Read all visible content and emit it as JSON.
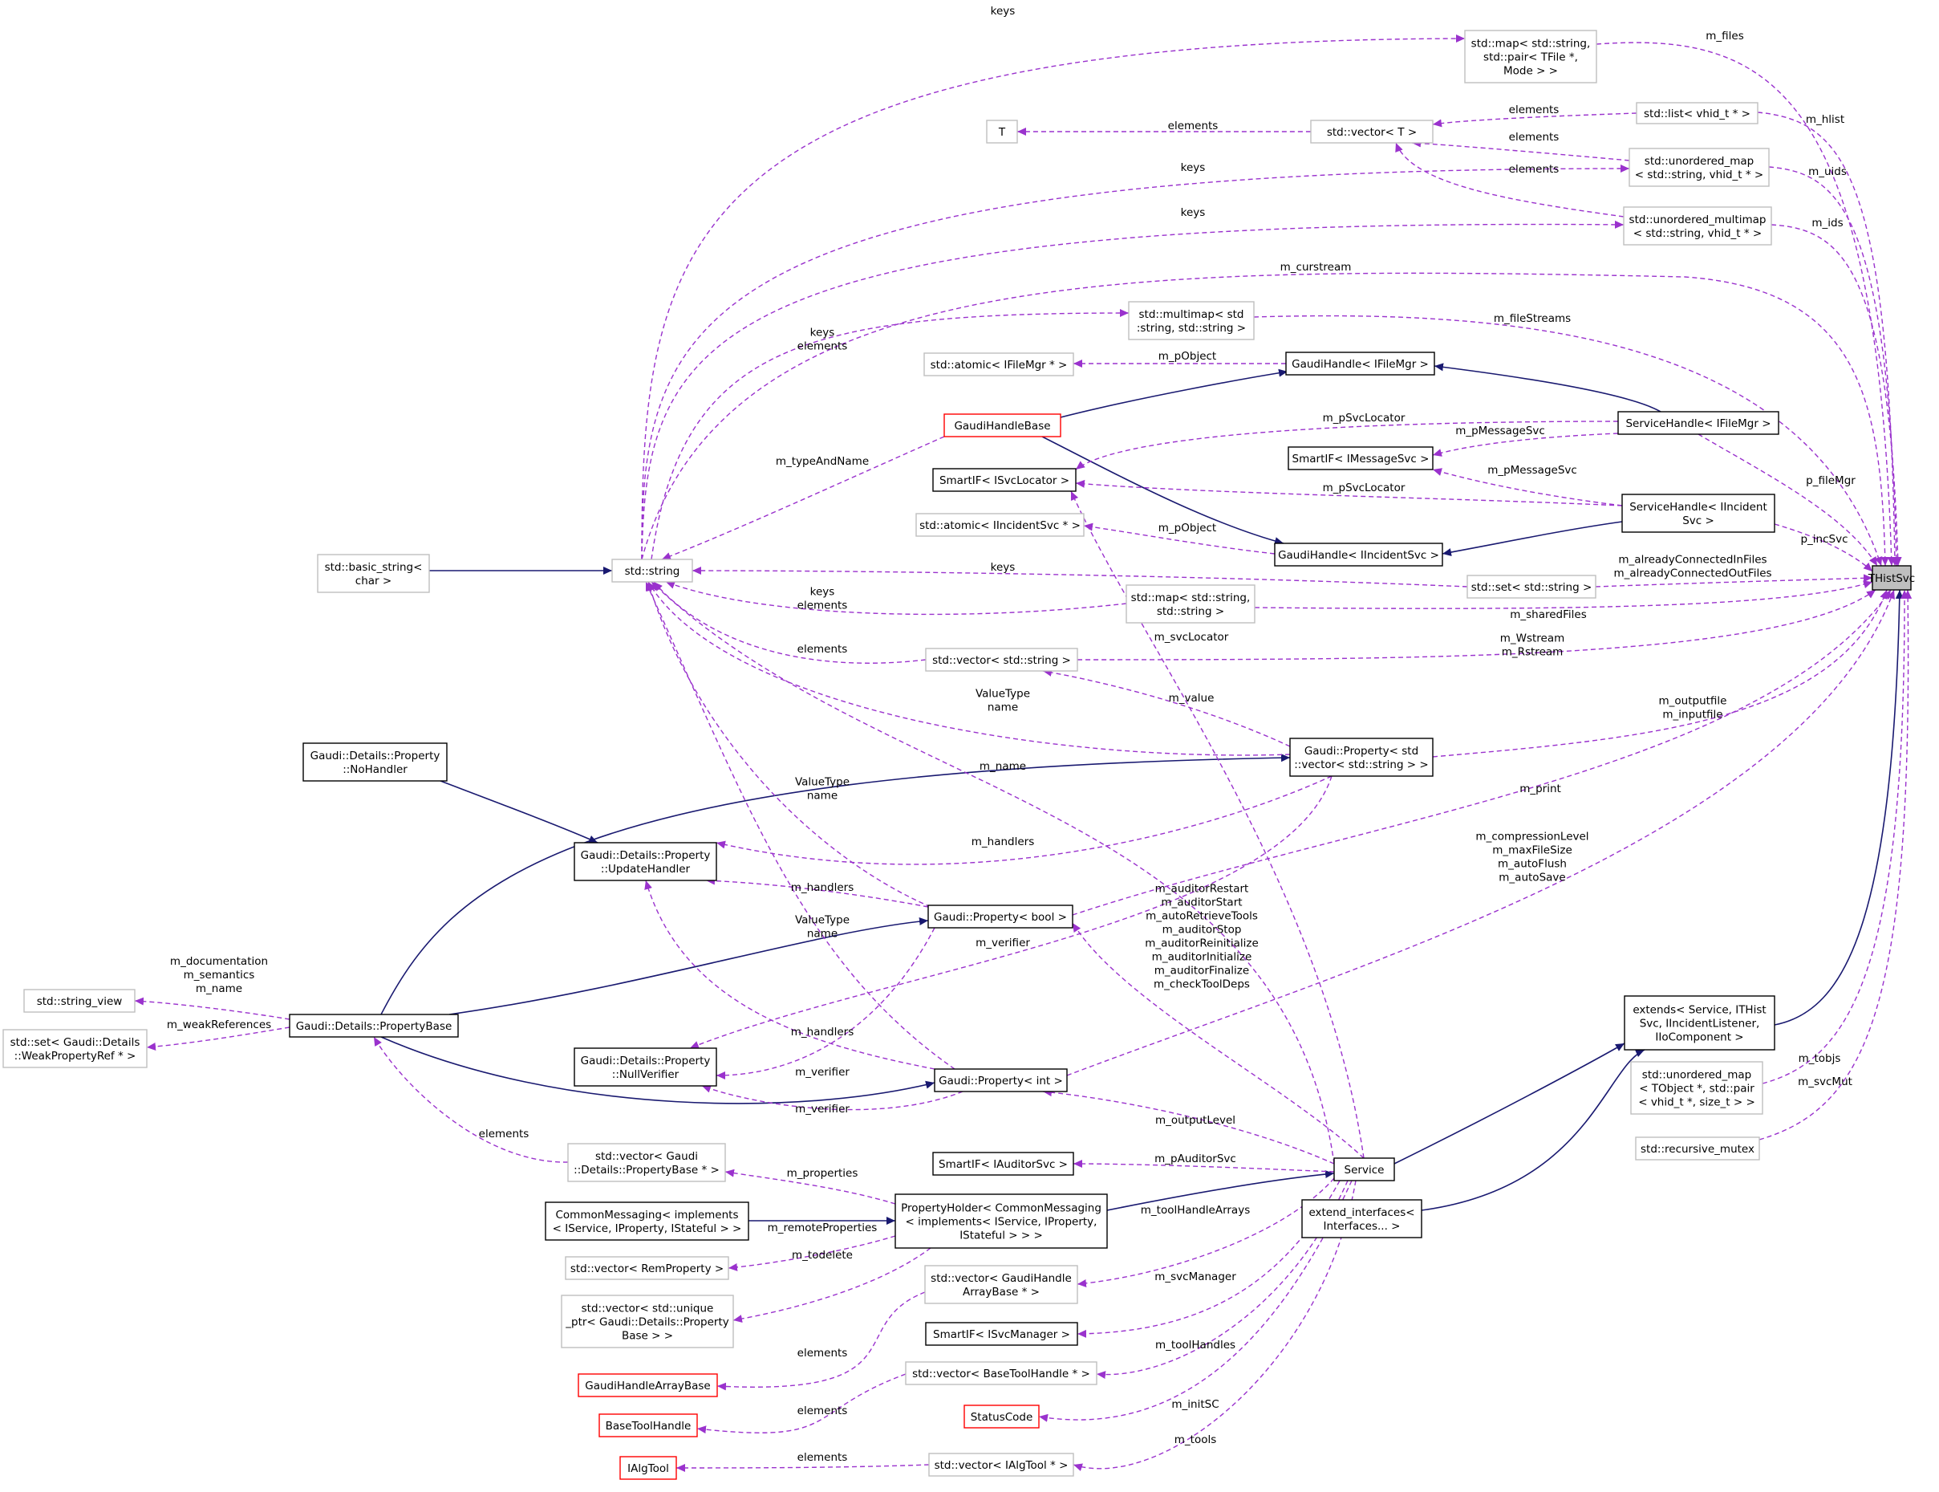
{
  "colors": {
    "inheritance": "#191970",
    "usage": "#9a32cd",
    "node_border_gray": "#bfbfbf",
    "node_border_black": "#000000",
    "node_border_red": "#ff0000",
    "focus_fill": "#bfbfbf",
    "label": "#000000"
  },
  "nodes": [
    {
      "id": "thistsvc",
      "lines": [
        "THistSvc"
      ],
      "style": "focus"
    },
    {
      "id": "map_files",
      "lines": [
        "std::map< std::string,",
        "std::pair< TFile *,",
        "Mode > >"
      ],
      "style": "gray"
    },
    {
      "id": "list_hlist",
      "lines": [
        "std::list< vhid_t * >"
      ],
      "style": "gray"
    },
    {
      "id": "T",
      "lines": [
        "T"
      ],
      "style": "gray"
    },
    {
      "id": "vector_T",
      "lines": [
        "std::vector< T >"
      ],
      "style": "gray"
    },
    {
      "id": "umap_uids",
      "lines": [
        "std::unordered_map",
        "< std::string, vhid_t * >"
      ],
      "style": "gray"
    },
    {
      "id": "umultimap_ids",
      "lines": [
        "std::unordered_multimap",
        "< std::string, vhid_t * >"
      ],
      "style": "gray"
    },
    {
      "id": "multimap",
      "lines": [
        "std::multimap< std",
        ":string, std::string >"
      ],
      "style": "gray"
    },
    {
      "id": "atomic_filemgr",
      "lines": [
        "std::atomic< IFileMgr * >"
      ],
      "style": "gray"
    },
    {
      "id": "gh_filemgr",
      "lines": [
        "GaudiHandle< IFileMgr >"
      ],
      "style": "black"
    },
    {
      "id": "ghb",
      "lines": [
        "GaudiHandleBase"
      ],
      "style": "red"
    },
    {
      "id": "sh_filemgr",
      "lines": [
        "ServiceHandle< IFileMgr >"
      ],
      "style": "black"
    },
    {
      "id": "smartif_msg",
      "lines": [
        "SmartIF< IMessageSvc >"
      ],
      "style": "black"
    },
    {
      "id": "smartif_svcloc",
      "lines": [
        "SmartIF< ISvcLocator >"
      ],
      "style": "black"
    },
    {
      "id": "sh_incident",
      "lines": [
        "ServiceHandle< IIncident",
        "Svc >"
      ],
      "style": "black"
    },
    {
      "id": "atomic_incident",
      "lines": [
        "std::atomic< IIncidentSvc * >"
      ],
      "style": "gray"
    },
    {
      "id": "gh_incident",
      "lines": [
        "GaudiHandle< IIncidentSvc >"
      ],
      "style": "black"
    },
    {
      "id": "basic_string",
      "lines": [
        "std::basic_string<",
        "char >"
      ],
      "style": "gray"
    },
    {
      "id": "string",
      "lines": [
        "std::string"
      ],
      "style": "gray"
    },
    {
      "id": "set_string",
      "lines": [
        "std::set< std::string >"
      ],
      "style": "gray"
    },
    {
      "id": "map_string",
      "lines": [
        "std::map< std::string,",
        "std::string >"
      ],
      "style": "gray"
    },
    {
      "id": "vector_string",
      "lines": [
        "std::vector< std::string >"
      ],
      "style": "gray"
    },
    {
      "id": "nohandler",
      "lines": [
        "Gaudi::Details::Property",
        "::NoHandler"
      ],
      "style": "black"
    },
    {
      "id": "prop_vecstr",
      "lines": [
        "Gaudi::Property< std",
        "::vector< std::string > >"
      ],
      "style": "black"
    },
    {
      "id": "updatehandler",
      "lines": [
        "Gaudi::Details::Property",
        "::UpdateHandler"
      ],
      "style": "black"
    },
    {
      "id": "prop_bool",
      "lines": [
        "Gaudi::Property< bool >"
      ],
      "style": "black"
    },
    {
      "id": "extends",
      "lines": [
        "extends< Service, ITHist",
        "Svc, IIncidentListener,",
        "IIoComponent >"
      ],
      "style": "black"
    },
    {
      "id": "string_view",
      "lines": [
        "std::string_view"
      ],
      "style": "gray"
    },
    {
      "id": "propertybase",
      "lines": [
        "Gaudi::Details::PropertyBase"
      ],
      "style": "black"
    },
    {
      "id": "set_weakref",
      "lines": [
        "std::set< Gaudi::Details",
        "::WeakPropertyRef * >"
      ],
      "style": "gray"
    },
    {
      "id": "nullverifier",
      "lines": [
        "Gaudi::Details::Property",
        "::NullVerifier"
      ],
      "style": "black"
    },
    {
      "id": "prop_int",
      "lines": [
        "Gaudi::Property< int >"
      ],
      "style": "black"
    },
    {
      "id": "umap_tobjs",
      "lines": [
        "std::unordered_map",
        "< TObject *, std::pair",
        "< vhid_t *, size_t > >"
      ],
      "style": "gray"
    },
    {
      "id": "recursive_mutex",
      "lines": [
        "std::recursive_mutex"
      ],
      "style": "gray"
    },
    {
      "id": "vector_propbase",
      "lines": [
        "std::vector< Gaudi",
        "::Details::PropertyBase * >"
      ],
      "style": "gray"
    },
    {
      "id": "smartif_auditor",
      "lines": [
        "SmartIF< IAuditorSvc >"
      ],
      "style": "black"
    },
    {
      "id": "service",
      "lines": [
        "Service"
      ],
      "style": "black"
    },
    {
      "id": "commonmessaging",
      "lines": [
        "CommonMessaging< implements",
        "< IService, IProperty, IStateful > >"
      ],
      "style": "black"
    },
    {
      "id": "propertyholder",
      "lines": [
        "PropertyHolder< CommonMessaging",
        "< implements< IService, IProperty,",
        "IStateful > > >"
      ],
      "style": "black"
    },
    {
      "id": "extend_interfaces",
      "lines": [
        "extend_interfaces<",
        "Interfaces... >"
      ],
      "style": "black"
    },
    {
      "id": "vector_remprop",
      "lines": [
        "std::vector< RemProperty >"
      ],
      "style": "gray"
    },
    {
      "id": "vector_uniqueptr",
      "lines": [
        "std::vector< std::unique",
        "_ptr< Gaudi::Details::Property",
        "Base > >"
      ],
      "style": "gray"
    },
    {
      "id": "vector_ghab",
      "lines": [
        "std::vector< GaudiHandle",
        "ArrayBase * >"
      ],
      "style": "gray"
    },
    {
      "id": "smartif_svcmgr",
      "lines": [
        "SmartIF< ISvcManager >"
      ],
      "style": "black"
    },
    {
      "id": "ghab",
      "lines": [
        "GaudiHandleArrayBase"
      ],
      "style": "red"
    },
    {
      "id": "vector_bth",
      "lines": [
        "std::vector< BaseToolHandle * >"
      ],
      "style": "gray"
    },
    {
      "id": "statuscode",
      "lines": [
        "StatusCode"
      ],
      "style": "red"
    },
    {
      "id": "basetoolhandle",
      "lines": [
        "BaseToolHandle"
      ],
      "style": "red"
    },
    {
      "id": "vector_ialgtool",
      "lines": [
        "std::vector< IAlgTool * >"
      ],
      "style": "gray"
    },
    {
      "id": "ialgtool",
      "lines": [
        "IAlgTool"
      ],
      "style": "red"
    }
  ],
  "edges": [
    {
      "from": "basic_string",
      "to": "string",
      "kind": "inheritance"
    },
    {
      "from": "ghb",
      "to": "gh_filemgr",
      "kind": "inheritance"
    },
    {
      "from": "gh_filemgr",
      "to": "sh_filemgr",
      "kind": "inheritance"
    },
    {
      "from": "ghb",
      "to": "gh_incident",
      "kind": "inheritance"
    },
    {
      "from": "gh_incident",
      "to": "sh_incident",
      "kind": "inheritance"
    },
    {
      "from": "nohandler",
      "to": "updatehandler",
      "kind": "inheritance"
    },
    {
      "from": "propertybase",
      "to": "prop_vecstr",
      "kind": "inheritance"
    },
    {
      "from": "propertybase",
      "to": "prop_bool",
      "kind": "inheritance"
    },
    {
      "from": "propertybase",
      "to": "prop_int",
      "kind": "inheritance"
    },
    {
      "from": "extends",
      "to": "thistsvc",
      "kind": "inheritance"
    },
    {
      "from": "service",
      "to": "extends",
      "kind": "inheritance"
    },
    {
      "from": "extend_interfaces",
      "to": "extends",
      "kind": "inheritance"
    },
    {
      "from": "propertyholder",
      "to": "service",
      "kind": "inheritance"
    },
    {
      "from": "commonmessaging",
      "to": "propertyholder",
      "kind": "inheritance"
    },
    {
      "from": "map_files",
      "to": "thistsvc",
      "kind": "usage",
      "labels": [
        "m_files"
      ]
    },
    {
      "from": "list_hlist",
      "to": "thistsvc",
      "kind": "usage",
      "labels": [
        "m_hlist"
      ]
    },
    {
      "from": "umap_uids",
      "to": "thistsvc",
      "kind": "usage",
      "labels": [
        "m_uids"
      ]
    },
    {
      "from": "umultimap_ids",
      "to": "thistsvc",
      "kind": "usage",
      "labels": [
        "m_ids"
      ]
    },
    {
      "from": "string",
      "to": "thistsvc",
      "kind": "usage",
      "labels": [
        "m_curstream"
      ]
    },
    {
      "from": "multimap",
      "to": "thistsvc",
      "kind": "usage",
      "labels": [
        "m_fileStreams"
      ]
    },
    {
      "from": "sh_filemgr",
      "to": "thistsvc",
      "kind": "usage",
      "labels": [
        "p_fileMgr"
      ]
    },
    {
      "from": "sh_incident",
      "to": "thistsvc",
      "kind": "usage",
      "labels": [
        "p_incSvc"
      ]
    },
    {
      "from": "set_string",
      "to": "thistsvc",
      "kind": "usage",
      "labels": [
        "m_alreadyConnectedInFiles",
        "m_alreadyConnectedOutFiles"
      ]
    },
    {
      "from": "map_string",
      "to": "thistsvc",
      "kind": "usage",
      "labels": [
        "m_sharedFiles"
      ]
    },
    {
      "from": "vector_string",
      "to": "thistsvc",
      "kind": "usage",
      "labels": [
        "m_Wstream",
        "m_Rstream"
      ]
    },
    {
      "from": "prop_vecstr",
      "to": "thistsvc",
      "kind": "usage",
      "labels": [
        "m_outputfile",
        "m_inputfile"
      ]
    },
    {
      "from": "prop_bool",
      "to": "thistsvc",
      "kind": "usage",
      "labels": [
        "m_print"
      ]
    },
    {
      "from": "prop_int",
      "to": "thistsvc",
      "kind": "usage",
      "labels": [
        "m_compressionLevel",
        "m_maxFileSize",
        "m_autoFlush",
        "m_autoSave"
      ]
    },
    {
      "from": "umap_tobjs",
      "to": "thistsvc",
      "kind": "usage",
      "labels": [
        "m_tobjs"
      ]
    },
    {
      "from": "recursive_mutex",
      "to": "thistsvc",
      "kind": "usage",
      "labels": [
        "m_svcMut"
      ]
    },
    {
      "from": "string",
      "to": "map_files",
      "kind": "usage",
      "labels": [
        "keys"
      ]
    },
    {
      "from": "T",
      "to": "vector_T",
      "kind": "usage",
      "labels": [
        "elements"
      ]
    },
    {
      "from": "vector_T",
      "to": "list_hlist",
      "kind": "usage",
      "labels": [
        "elements"
      ]
    },
    {
      "from": "vector_T",
      "to": "umap_uids",
      "kind": "usage",
      "labels": [
        "elements"
      ]
    },
    {
      "from": "vector_T",
      "to": "umultimap_ids",
      "kind": "usage",
      "labels": [
        "elements"
      ]
    },
    {
      "from": "string",
      "to": "umap_uids",
      "kind": "usage",
      "labels": [
        "keys"
      ]
    },
    {
      "from": "string",
      "to": "umultimap_ids",
      "kind": "usage",
      "labels": [
        "keys"
      ]
    },
    {
      "from": "string",
      "to": "multimap",
      "kind": "usage",
      "labels": [
        "keys",
        "elements"
      ]
    },
    {
      "from": "atomic_filemgr",
      "to": "gh_filemgr",
      "kind": "usage",
      "labels": [
        "m_pObject"
      ]
    },
    {
      "from": "smartif_svcloc",
      "to": "sh_filemgr",
      "kind": "usage",
      "labels": [
        "m_pSvcLocator"
      ]
    },
    {
      "from": "smartif_msg",
      "to": "sh_filemgr",
      "kind": "usage",
      "labels": [
        "m_pMessageSvc"
      ]
    },
    {
      "from": "string",
      "to": "ghb",
      "kind": "usage",
      "labels": [
        "m_typeAndName"
      ]
    },
    {
      "from": "smartif_msg",
      "to": "sh_incident",
      "kind": "usage",
      "labels": [
        "m_pMessageSvc"
      ]
    },
    {
      "from": "smartif_svcloc",
      "to": "sh_incident",
      "kind": "usage",
      "labels": [
        "m_pSvcLocator"
      ]
    },
    {
      "from": "atomic_incident",
      "to": "gh_incident",
      "kind": "usage",
      "labels": [
        "m_pObject"
      ]
    },
    {
      "from": "string",
      "to": "set_string",
      "kind": "usage",
      "labels": [
        "keys"
      ]
    },
    {
      "from": "string",
      "to": "map_string",
      "kind": "usage",
      "labels": [
        "keys",
        "elements"
      ]
    },
    {
      "from": "smartif_svcloc",
      "to": "service",
      "kind": "usage",
      "labels": [
        "m_svcLocator"
      ]
    },
    {
      "from": "string",
      "to": "vector_string",
      "kind": "usage",
      "labels": [
        "elements"
      ]
    },
    {
      "from": "string",
      "to": "prop_vecstr",
      "kind": "usage",
      "labels": [
        "ValueType",
        "name"
      ]
    },
    {
      "from": "vector_string",
      "to": "prop_vecstr",
      "kind": "usage",
      "labels": [
        "m_value"
      ]
    },
    {
      "from": "string",
      "to": "service",
      "kind": "usage",
      "labels": [
        "m_name"
      ]
    },
    {
      "from": "string",
      "to": "prop_bool",
      "kind": "usage",
      "labels": [
        "ValueType",
        "name"
      ]
    },
    {
      "from": "updatehandler",
      "to": "prop_vecstr",
      "kind": "usage",
      "labels": [
        "m_handlers"
      ]
    },
    {
      "from": "updatehandler",
      "to": "prop_bool",
      "kind": "usage",
      "labels": [
        "m_handlers"
      ]
    },
    {
      "from": "prop_bool",
      "to": "service",
      "kind": "usage",
      "labels": [
        "m_auditorRestart",
        "m_auditorStart",
        "m_autoRetrieveTools",
        "m_auditorStop",
        "m_auditorReinitialize",
        "m_auditorInitialize",
        "m_auditorFinalize",
        "m_checkToolDeps"
      ]
    },
    {
      "from": "string",
      "to": "prop_int",
      "kind": "usage",
      "labels": [
        "ValueType",
        "name"
      ]
    },
    {
      "from": "nullverifier",
      "to": "prop_vecstr",
      "kind": "usage",
      "labels": [
        "m_verifier"
      ]
    },
    {
      "from": "nullverifier",
      "to": "prop_bool",
      "kind": "usage",
      "labels": [
        "m_verifier"
      ]
    },
    {
      "from": "updatehandler",
      "to": "prop_int",
      "kind": "usage",
      "labels": [
        "m_handlers"
      ]
    },
    {
      "from": "nullverifier",
      "to": "prop_int",
      "kind": "usage",
      "labels": [
        "m_verifier"
      ]
    },
    {
      "from": "string_view",
      "to": "propertybase",
      "kind": "usage",
      "labels": [
        "m_documentation",
        "m_semantics",
        "m_name"
      ]
    },
    {
      "from": "set_weakref",
      "to": "propertybase",
      "kind": "usage",
      "labels": [
        "m_weakReferences"
      ]
    },
    {
      "from": "propertybase",
      "to": "vector_propbase",
      "kind": "usage",
      "labels": [
        "elements"
      ]
    },
    {
      "from": "prop_int",
      "to": "service",
      "kind": "usage",
      "labels": [
        "m_outputLevel"
      ]
    },
    {
      "from": "smartif_auditor",
      "to": "service",
      "kind": "usage",
      "labels": [
        "m_pAuditorSvc"
      ]
    },
    {
      "from": "vector_propbase",
      "to": "propertyholder",
      "kind": "usage",
      "labels": [
        "m_properties"
      ]
    },
    {
      "from": "vector_remprop",
      "to": "propertyholder",
      "kind": "usage",
      "labels": [
        "m_remoteProperties"
      ]
    },
    {
      "from": "vector_uniqueptr",
      "to": "propertyholder",
      "kind": "usage",
      "labels": [
        "m_todelete"
      ]
    },
    {
      "from": "vector_ghab",
      "to": "service",
      "kind": "usage",
      "labels": [
        "m_toolHandleArrays"
      ]
    },
    {
      "from": "smartif_svcmgr",
      "to": "service",
      "kind": "usage",
      "labels": [
        "m_svcManager"
      ]
    },
    {
      "from": "ghab",
      "to": "vector_ghab",
      "kind": "usage",
      "labels": [
        "elements"
      ]
    },
    {
      "from": "vector_bth",
      "to": "service",
      "kind": "usage",
      "labels": [
        "m_toolHandles"
      ]
    },
    {
      "from": "statuscode",
      "to": "service",
      "kind": "usage",
      "labels": [
        "m_initSC"
      ]
    },
    {
      "from": "basetoolhandle",
      "to": "vector_bth",
      "kind": "usage",
      "labels": [
        "elements"
      ]
    },
    {
      "from": "vector_ialgtool",
      "to": "service",
      "kind": "usage",
      "labels": [
        "m_tools"
      ]
    },
    {
      "from": "ialgtool",
      "to": "vector_ialgtool",
      "kind": "usage",
      "labels": [
        "elements"
      ]
    }
  ]
}
